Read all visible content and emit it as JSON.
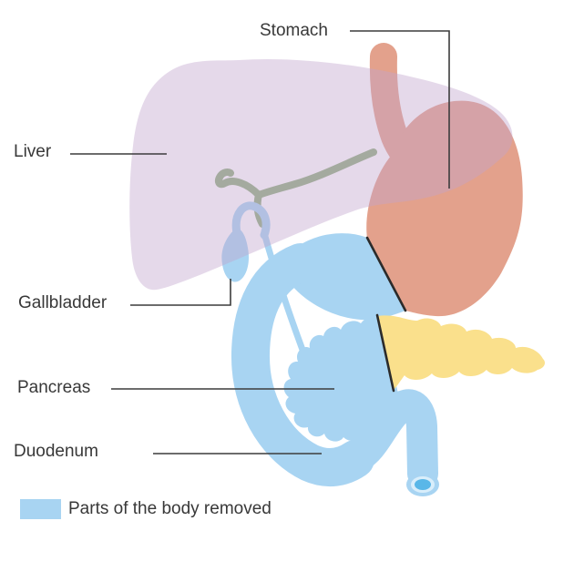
{
  "diagram": {
    "labels": {
      "liver": "Liver",
      "stomach": "Stomach",
      "gallbladder": "Gallbladder",
      "pancreas": "Pancreas",
      "duodenum": "Duodenum"
    },
    "legend": {
      "text": "Parts of the body removed",
      "swatch_color": "#a8d4f2"
    },
    "colors": {
      "liver_overlay": "#c1a4cd",
      "liver_displayed": "#e5d9ea",
      "stomach": "#e3a18c",
      "removed_blue": "#a8d4f2",
      "pancreas_tail_yellow": "#fae08c",
      "bile_duct_green": "#8fae7e",
      "tube_opening_inner": "#59b7e8",
      "tube_opening_ring": "#d9eefb",
      "cut_line": "#2b2b2b",
      "pointer_line": "#3c3c3c",
      "label_text": "#383838"
    }
  }
}
